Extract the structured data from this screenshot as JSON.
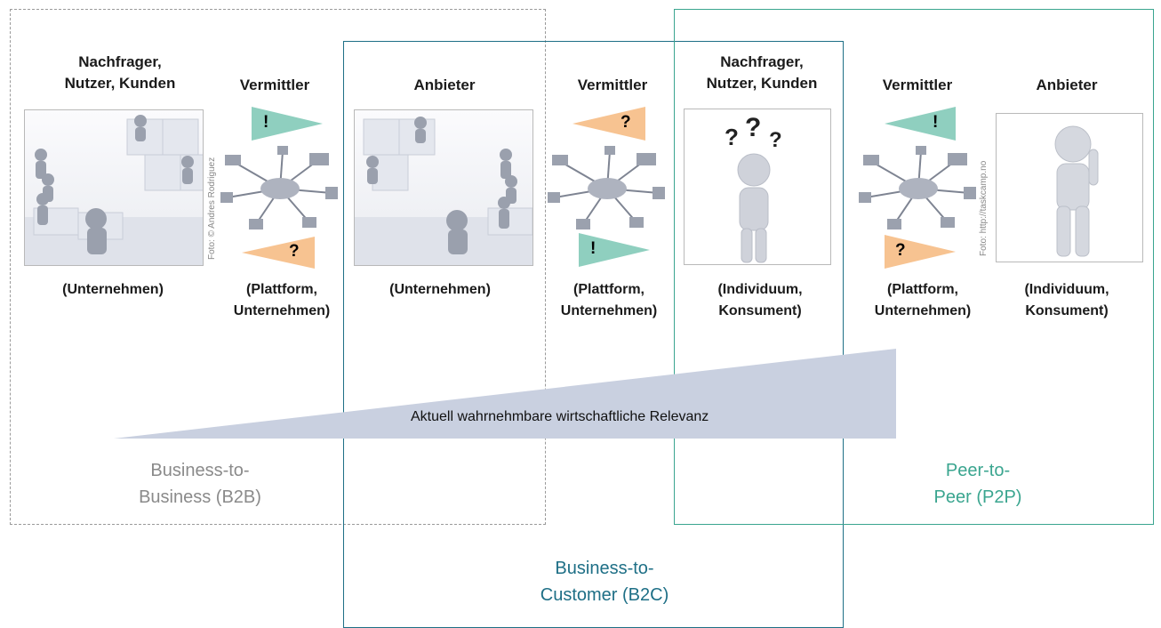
{
  "columns": {
    "c1": {
      "header": [
        "Nachfrager,",
        "Nutzer, Kunden"
      ],
      "caption": [
        "(Unternehmen)"
      ]
    },
    "c2": {
      "header": [
        "Vermittler"
      ],
      "caption": [
        "(Plattform,",
        "Unternehmen)"
      ]
    },
    "c3": {
      "header": [
        "Anbieter"
      ],
      "caption": [
        "(Unternehmen)"
      ]
    },
    "c4": {
      "header": [
        "Vermittler"
      ],
      "caption": [
        "(Plattform,",
        "Unternehmen)"
      ]
    },
    "c5": {
      "header": [
        "Nachfrager,",
        "Nutzer, Kunden"
      ],
      "caption": [
        "(Individuum,",
        "Konsument)"
      ]
    },
    "c6": {
      "header": [
        "Vermittler"
      ],
      "caption": [
        "(Plattform,",
        "Unternehmen)"
      ]
    },
    "c7": {
      "header": [
        "Anbieter"
      ],
      "caption": [
        "(Individuum,",
        "Konsument)"
      ]
    }
  },
  "flags": {
    "exclaim": "!",
    "question": "?"
  },
  "credits": {
    "left": "Foto: © Andres Rodriguez",
    "right": "Foto: http://taskcamp.no"
  },
  "wedge_label": "Aktuell wahrnehmbare wirtschaftliche Relevanz",
  "groups": {
    "b2b": [
      "Business-to-",
      "Business (B2B)"
    ],
    "b2c": [
      "Business-to-",
      "Customer (B2C)"
    ],
    "p2p": [
      "Peer-to-",
      "Peer (P2P)"
    ]
  },
  "colors": {
    "green_flag": "#8fcfbf",
    "orange_flag": "#f7c391",
    "b2b_text": "#8a8a8a",
    "b2c_text": "#1e6f86",
    "p2p_text": "#3aa58f",
    "wedge": "#c9d0e0"
  }
}
